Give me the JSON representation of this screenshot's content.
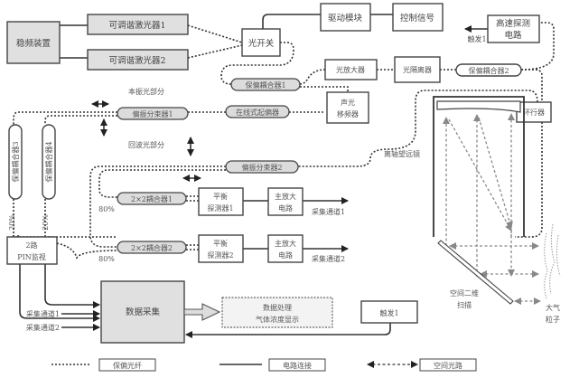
{
  "title": "相干测风/气体浓度激光雷达系统框图",
  "components": {
    "freq_stabilizer": "稳频装置",
    "laser1": "可调谐激光器1",
    "laser2": "可调谐激光器2",
    "optical_switch": "光开关",
    "driver_module": "驱动模块",
    "control_signal": "控制信号",
    "high_speed_detector_line1": "高速探测",
    "high_speed_detector_line2": "电路",
    "trigger_out": "触发1",
    "pm_coupler1": "保偏耦合器1",
    "optical_amplifier": "光放大器",
    "optical_isolator": "光隔离器",
    "pm_coupler2": "保偏耦合器2",
    "aom_line1": "声光",
    "aom_line2": "移频器",
    "inline_polarizer": "在线式起偏器",
    "pbs1": "偏振分束器1",
    "pbs2": "偏振分束器2",
    "circulator": "环行器",
    "telescope_label": "离轴望远镜",
    "lo_section_label": "本振光部分",
    "echo_section_label": "回波光部分",
    "pm_coupler3": "保偏耦合器3",
    "pm_coupler4": "保偏耦合器4",
    "coupler_2x2_1": "2×2耦合器1",
    "coupler_2x2_2": "2×2耦合器2",
    "balanced_det1_line1": "平衡",
    "balanced_det1_line2": "探测器1",
    "balanced_det2_line1": "平衡",
    "balanced_det2_line2": "探测器2",
    "main_amp1_line1": "主放大",
    "main_amp1_line2": "电路",
    "main_amp2_line1": "主放大",
    "main_amp2_line2": "电路",
    "acq_channel1": "采集通道1",
    "acq_channel2": "采集通道2",
    "pin_monitor_line1": "2路",
    "pin_monitor_line2": "PIN监视",
    "ratio_20_a": "20%",
    "ratio_20_b": "20%",
    "ratio_80_a": "80%",
    "ratio_80_b": "80%",
    "data_acquisition": "数据采集",
    "data_processing_line1": "数据处理",
    "data_processing_line2": "气体浓度显示",
    "trigger_box": "触发1",
    "scanner_line1": "空间二维",
    "scanner_line2": "扫描",
    "particles_line1": "大气",
    "particles_line2": "粒子"
  },
  "legend": [
    {
      "style": "dotted",
      "label": "保偏光纤"
    },
    {
      "style": "solid",
      "label": "电路连接"
    },
    {
      "style": "dashed-arrow",
      "label": "空间光路"
    }
  ]
}
